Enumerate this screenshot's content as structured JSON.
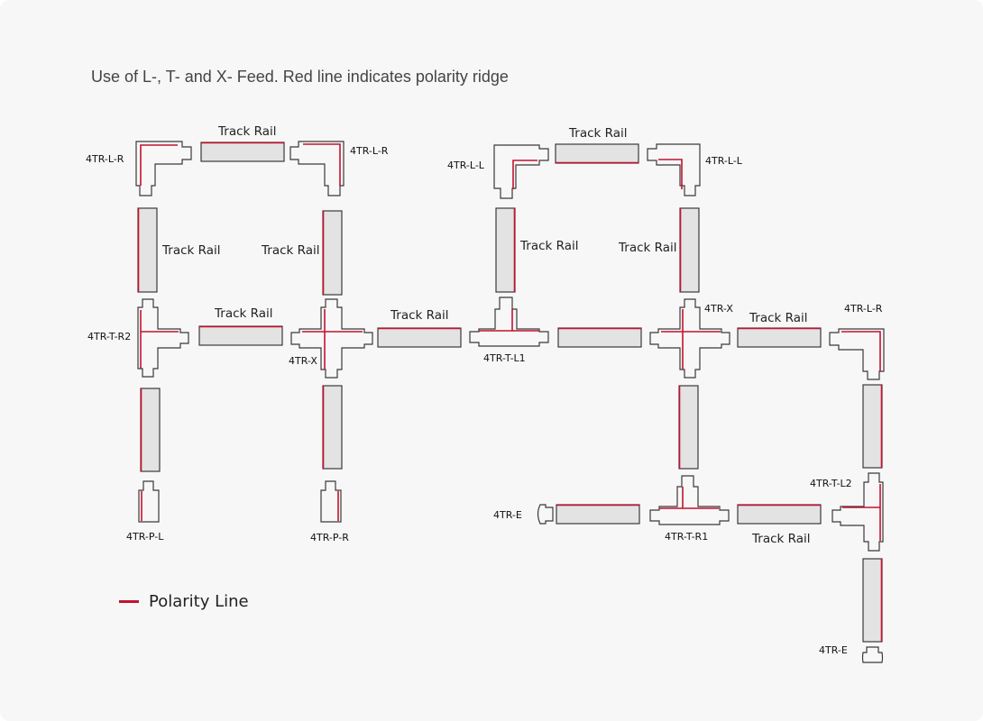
{
  "title": "Use of L-, T- and X- Feed. Red line indicates polarity ridge",
  "legend": {
    "label": "Polarity Line",
    "color": "#c4122f"
  },
  "rail_label": "Track Rail",
  "labels": {
    "l_r_top_left": "4TR-L-R",
    "l_r_top_mid": "4TR-L-R",
    "l_l_left": "4TR-L-L",
    "l_l_right": "4TR-L-L",
    "t_r2": "4TR-T-R2",
    "x_left": "4TR-X",
    "t_l1": "4TR-T-L1",
    "x_right": "4TR-X",
    "l_r_right": "4TR-L-R",
    "p_l": "4TR-P-L",
    "p_r": "4TR-P-R",
    "e_mid": "4TR-E",
    "t_r1": "4TR-T-R1",
    "t_l2": "4TR-T-L2",
    "e_bottom": "4TR-E"
  }
}
